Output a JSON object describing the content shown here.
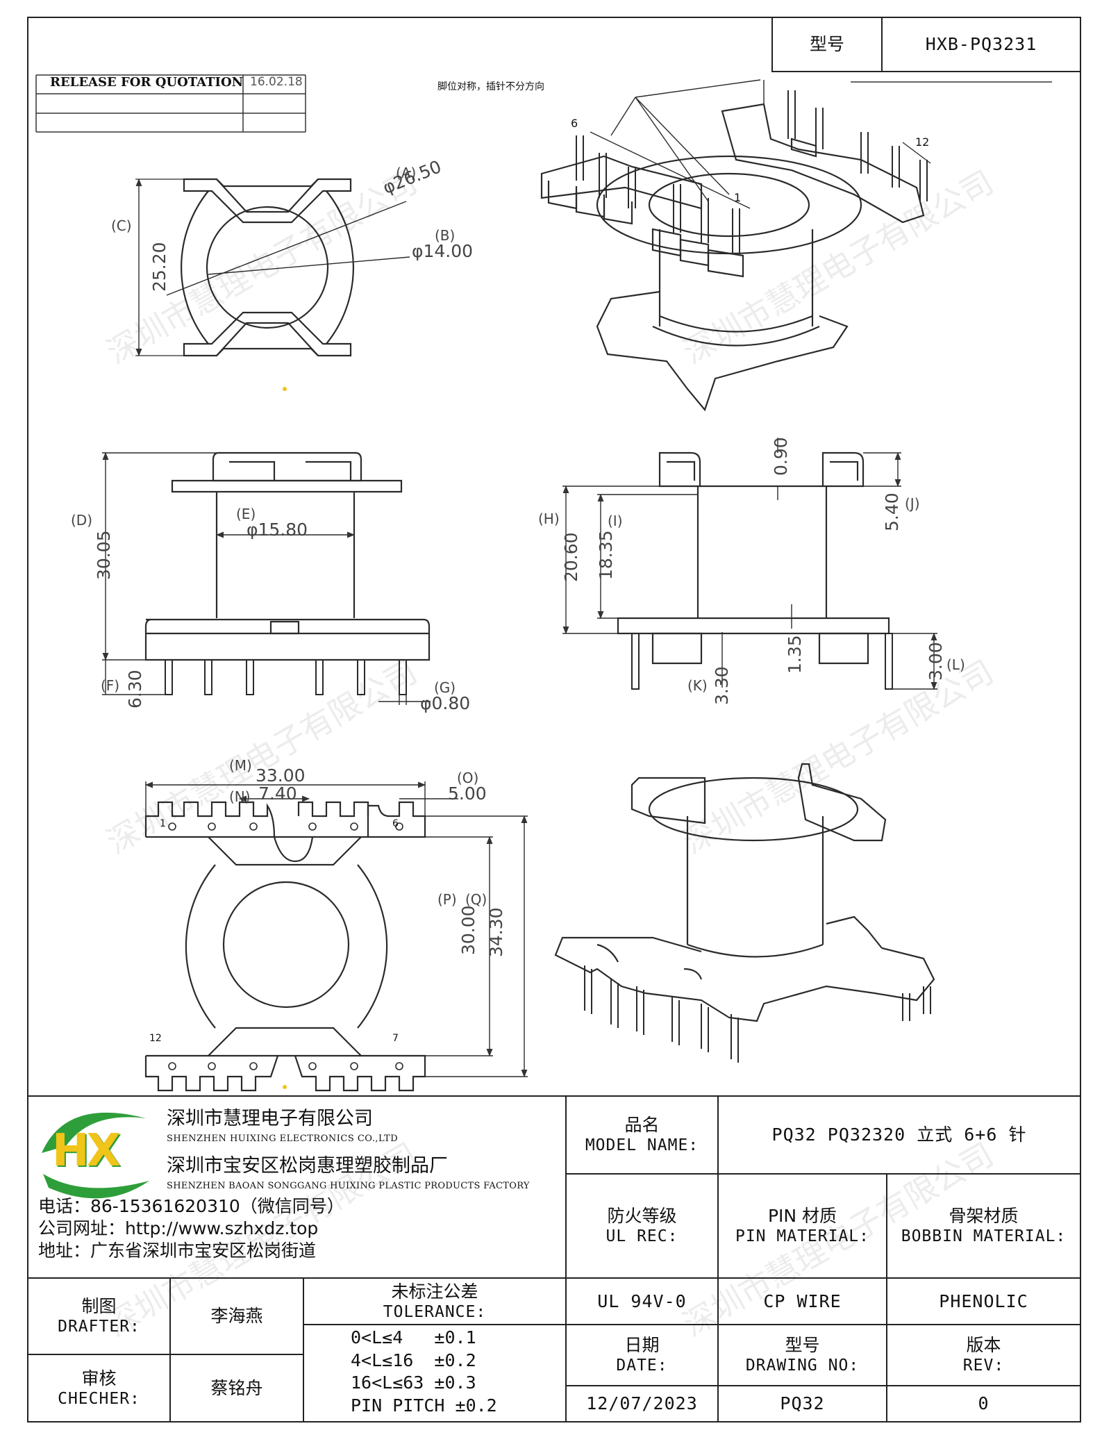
{
  "header": {
    "model_label": "型号",
    "model_value": "HXB-PQ3231",
    "release_text": "RELEASE FOR QUOTATION",
    "release_date": "16.02.18",
    "note": "脚位对称，插针不分方向"
  },
  "dimensions": {
    "A": {
      "label": "(A)",
      "value": "φ26.50"
    },
    "B": {
      "label": "(B)",
      "value": "φ14.00"
    },
    "C": {
      "label": "(C)",
      "value": "25.20"
    },
    "D": {
      "label": "(D)",
      "value": "30.05"
    },
    "E": {
      "label": "(E)",
      "value": "φ15.80"
    },
    "F": {
      "label": "(F)",
      "value": "6.30"
    },
    "G": {
      "label": "(G)",
      "value": "φ0.80"
    },
    "H": {
      "label": "(H)",
      "value": "20.60"
    },
    "I": {
      "label": "(I)",
      "value": "18.35"
    },
    "J": {
      "label": "(J)",
      "value": "5.40"
    },
    "K": {
      "label": "(K)",
      "value": "3.30"
    },
    "L": {
      "label": "(L)",
      "value": "3.00"
    },
    "M": {
      "label": "(M)",
      "value": "33.00"
    },
    "N": {
      "label": "(N)",
      "value": "7.40"
    },
    "O": {
      "label": "(O)",
      "value": "5.00"
    },
    "P": {
      "label": "(P)",
      "value": "30.00"
    },
    "Q": {
      "label": "(Q)",
      "value": "34.30"
    },
    "gap": "0.90",
    "base": "1.35"
  },
  "pins": {
    "p1": "1",
    "p6": "6",
    "p7": "7",
    "p12": "12"
  },
  "company": {
    "name_cn": "深圳市慧理电子有限公司",
    "name_en": "SHENZHEN HUIXING ELECTRONICS CO.,LTD",
    "factory_cn": "深圳市宝安区松岗惠理塑胶制品厂",
    "factory_en": "SHENZHEN BAOAN SONGGANG HUIXING PLASTIC PRODUCTS FACTORY",
    "phone": "电话：86-15361620310（微信同号）",
    "website": "公司网址：http://www.szhxdz.top",
    "address": "地址：广东省深圳市宝安区松岗街道",
    "logo_text": "HX"
  },
  "title_block": {
    "model_name_cn": "品名",
    "model_name_en": "MODEL NAME:",
    "model_name_value": "PQ32 PQ32320 立式 6+6 针",
    "ul_cn": "防火等级",
    "ul_en": "UL REC:",
    "pin_cn": "PIN 材质",
    "pin_en": "PIN MATERIAL:",
    "bobbin_cn": "骨架材质",
    "bobbin_en": "BOBBIN MATERIAL:",
    "ul_value": "UL 94V-0",
    "pin_value": "CP WIRE",
    "bobbin_value": "PHENOLIC",
    "drafter_cn": "制图",
    "drafter_en": "DRAFTER:",
    "drafter_name": "李海燕",
    "checker_cn": "审核",
    "checker_en": "CHECHER:",
    "checker_name": "蔡铭舟",
    "tolerance_cn": "未标注公差",
    "tolerance_en": "TOLERANCE:",
    "tol_1": "0<L≤4   ±0.1",
    "tol_2": "4<L≤16  ±0.2",
    "tol_3": "16<L≤63 ±0.3",
    "tol_4": "PIN PITCH ±0.2",
    "date_cn": "日期",
    "date_en": "DATE:",
    "date_value": "12/07/2023",
    "dwg_cn": "型号",
    "dwg_en": "DRAWING NO:",
    "dwg_value": "PQ32",
    "rev_cn": "版本",
    "rev_en": "REV:",
    "rev_value": "0"
  },
  "watermark": "深圳市慧理电子有限公司",
  "colors": {
    "line": "#2a2a2a",
    "logo_green": "#2e9e3a",
    "logo_yellow": "#f0c419",
    "dim": "#444444"
  }
}
